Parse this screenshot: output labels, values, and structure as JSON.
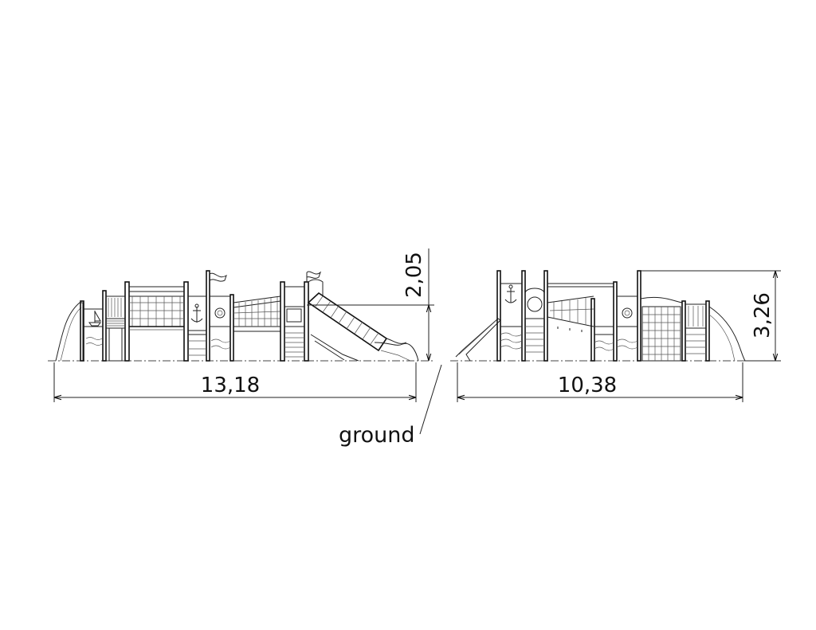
{
  "dimensions": {
    "left_width": "13,18",
    "left_height": "2,05",
    "right_width": "10,38",
    "right_height": "3,26"
  },
  "ground_label": "ground"
}
